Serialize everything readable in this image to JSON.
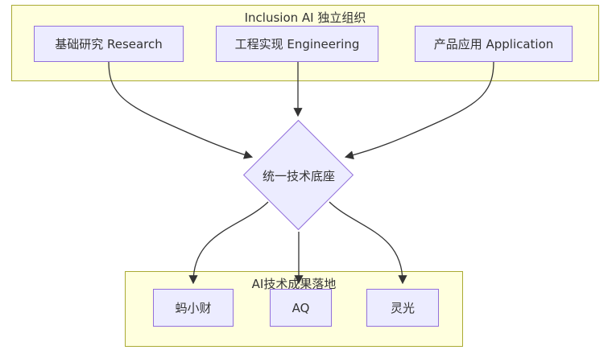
{
  "diagram": {
    "type": "flowchart",
    "colors": {
      "background": "#ffffff",
      "container_fill": "#ffffde",
      "container_border": "#aaaa33",
      "node_fill": "#ECECFF",
      "node_border": "#9370DB",
      "edge_color": "#333333",
      "text_color": "#333333"
    },
    "top_group": {
      "title": "Inclusion AI 独立组织",
      "nodes": [
        {
          "label": "基础研究 Research"
        },
        {
          "label": "工程实现 Engineering"
        },
        {
          "label": "产品应用 Application"
        }
      ]
    },
    "hub": {
      "label": "统一技术底座",
      "shape": "diamond"
    },
    "bottom_group": {
      "title": "AI技术成果落地",
      "nodes": [
        {
          "label": "蚂小财"
        },
        {
          "label": "AQ"
        },
        {
          "label": "灵光"
        }
      ]
    },
    "edges": [
      {
        "from": "基础研究 Research",
        "to": "统一技术底座"
      },
      {
        "from": "工程实现 Engineering",
        "to": "统一技术底座"
      },
      {
        "from": "产品应用 Application",
        "to": "统一技术底座"
      },
      {
        "from": "统一技术底座",
        "to": "蚂小财"
      },
      {
        "from": "统一技术底座",
        "to": "AQ"
      },
      {
        "from": "统一技术底座",
        "to": "灵光"
      }
    ]
  }
}
